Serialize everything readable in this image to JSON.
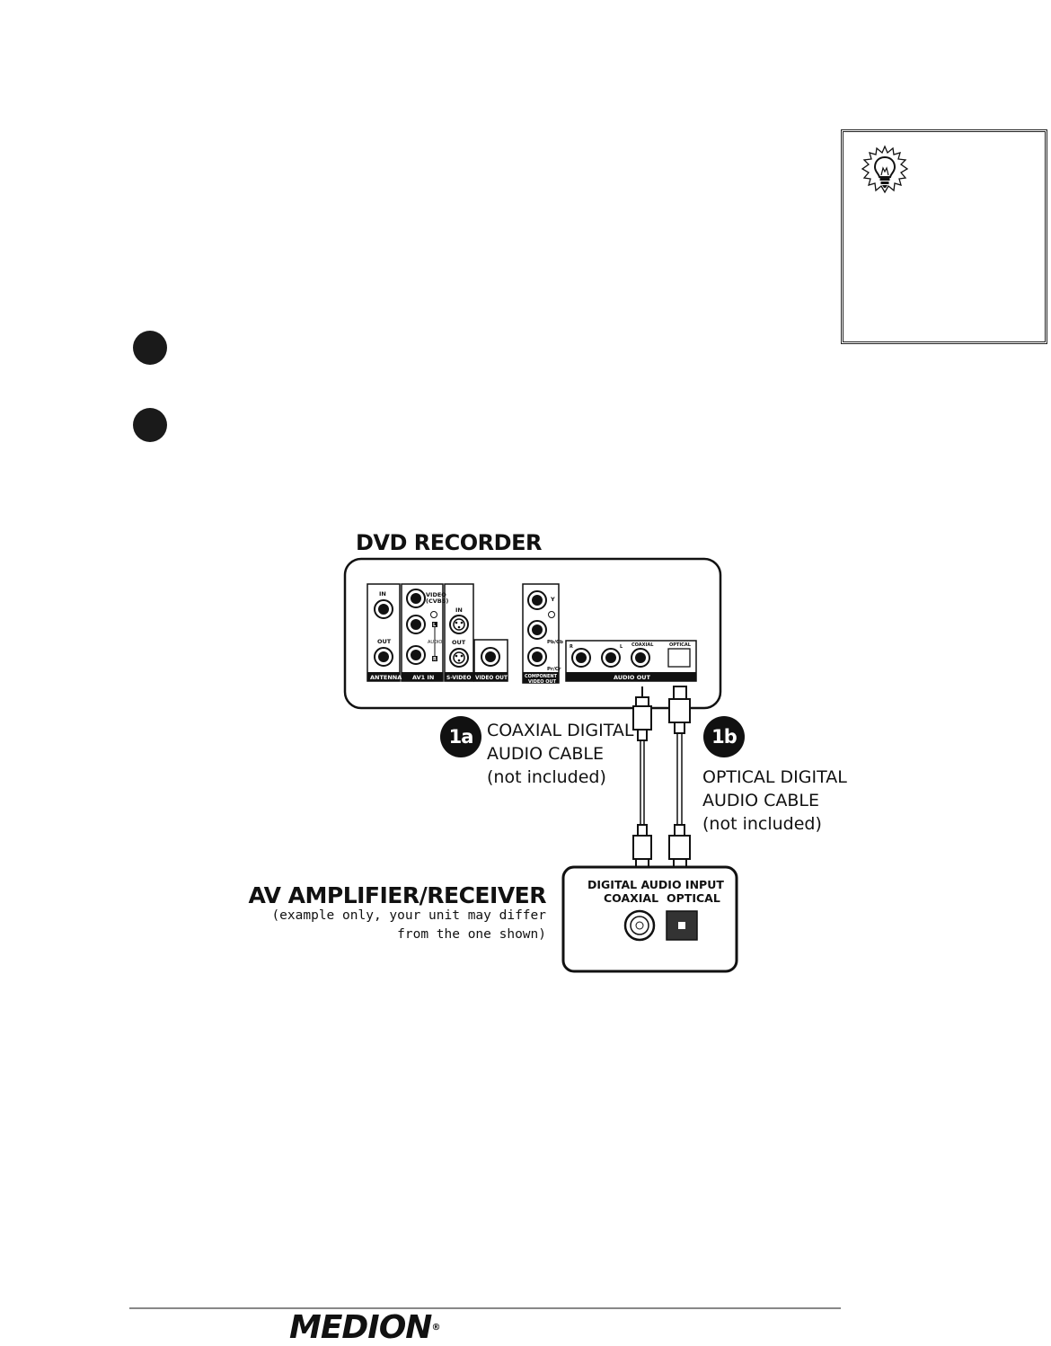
{
  "recorder": {
    "title": "DVD RECORDER",
    "panel": {
      "antenna_in": "IN",
      "antenna_out": "OUT",
      "antenna_label": "ANTENNA",
      "video_cvbs": "VIDEO",
      "video_cvbs_sub": "(CVBS)",
      "audio_l": "L",
      "audio_word": "AUDIO",
      "audio_r": "R",
      "av1_label": "AV1 IN",
      "svideo_in": "IN",
      "svideo_out": "OUT",
      "svideo_label": "S-VIDEO",
      "video_out_label": "VIDEO OUT",
      "comp_y": "Y",
      "comp_pb": "Pb/Cb",
      "comp_pr": "Pr/Cr",
      "comp_label_1": "COMPONENT",
      "comp_label_2": "VIDEO OUT",
      "audio_out_r": "R",
      "audio_out_l": "L",
      "audio_out_coaxial": "COAXIAL",
      "audio_out_optical": "OPTICAL",
      "audio_out_label": "AUDIO OUT"
    }
  },
  "cable_1a": {
    "badge": "1a",
    "lines": [
      "COAXIAL DIGITAL",
      "AUDIO CABLE",
      "(not included)"
    ]
  },
  "cable_1b": {
    "badge": "1b",
    "lines": [
      "OPTICAL DIGITAL",
      "AUDIO CABLE",
      "(not included)"
    ]
  },
  "receiver": {
    "title": "AV AMPLIFIER/RECEIVER",
    "note_lines": [
      "(example only, your unit may differ",
      "from the one shown)"
    ],
    "input_title": "DIGITAL AUDIO INPUT",
    "coaxial": "COAXIAL",
    "optical": "OPTICAL"
  },
  "tip": {
    "icon": "lightbulb-icon"
  },
  "footer": {
    "brand": "MEDION",
    "registered": "®"
  },
  "colors": {
    "ink": "#111111",
    "panel_fill": "#ffffff",
    "rule": "#888888"
  }
}
